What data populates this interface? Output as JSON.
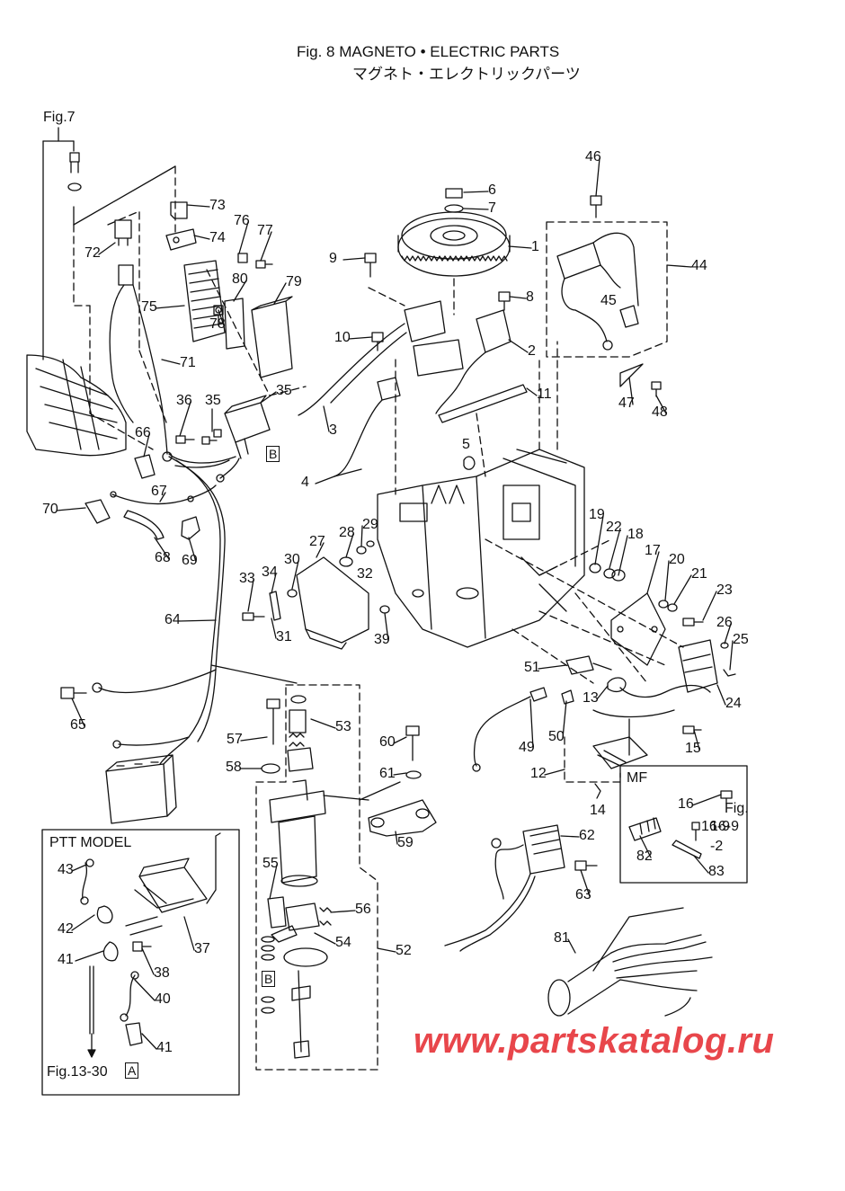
{
  "header": {
    "title": "Fig. 8   MAGNETO • ELECTRIC PARTS",
    "subtitle": "マグネト・エレクトリックパーツ"
  },
  "figure_refs": {
    "top_left": "Fig.7",
    "mf_fig": "Fig.",
    "mf_sub": "16-9",
    "mf_sub2": "-2",
    "ptt_ref": "Fig.13-30",
    "ptt_ref_box": "A"
  },
  "boxes": {
    "ptt_model": "PTT MODEL",
    "mf": "MF",
    "connector_b": "B"
  },
  "part_numbers": [
    "1",
    "2",
    "3",
    "4",
    "5",
    "6",
    "7",
    "8",
    "9",
    "10",
    "11",
    "12",
    "13",
    "14",
    "15",
    "16",
    "16-9",
    "17",
    "18",
    "19",
    "20",
    "21",
    "22",
    "23",
    "24",
    "25",
    "26",
    "27",
    "28",
    "29",
    "30",
    "31",
    "32",
    "33",
    "34",
    "35",
    "36",
    "37",
    "38",
    "39",
    "40",
    "41",
    "42",
    "43",
    "44",
    "45",
    "46",
    "47",
    "48",
    "49",
    "50",
    "51",
    "52",
    "53",
    "54",
    "55",
    "56",
    "57",
    "58",
    "59",
    "60",
    "61",
    "62",
    "63",
    "64",
    "65",
    "66",
    "67",
    "68",
    "69",
    "70",
    "71",
    "72",
    "73",
    "74",
    "75",
    "76",
    "77",
    "78",
    "79",
    "80",
    "81",
    "82",
    "83"
  ],
  "watermark": "www.partskatalog.ru",
  "colors": {
    "ink": "#111111",
    "watermark": "#e8464b",
    "background": "#ffffff"
  }
}
